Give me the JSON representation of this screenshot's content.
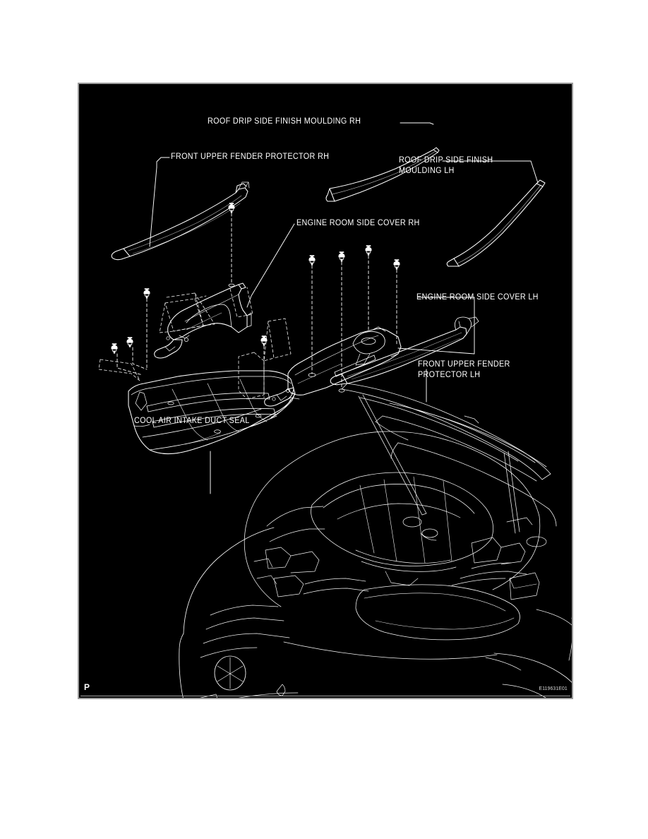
{
  "document": {
    "type": "service-manual-exploded-parts-diagram",
    "page_mark": "P",
    "figure_code": "E119631E01",
    "panel_background": "#000000",
    "line_color": "#ffffff",
    "border_color": "#9a9a9a"
  },
  "figure": {
    "title_visible": false,
    "subject": "Engine compartment cover and moulding components with vehicle front three-quarter view",
    "callouts": [
      {
        "id": "roof-drip-side-finish-moulding-rh",
        "label": "ROOF DRIP SIDE FINISH MOULDING RH",
        "leader": "horizontal-right"
      },
      {
        "id": "front-upper-fender-protector-rh",
        "label": "FRONT UPPER FENDER PROTECTOR RH",
        "leader": "elbow-left-down"
      },
      {
        "id": "roof-drip-side-finish-moulding-lh",
        "label": "ROOF DRIP SIDE FINISH\nMOULDING LH",
        "leader": "horizontal-right"
      },
      {
        "id": "engine-room-side-cover-rh",
        "label": "ENGINE ROOM SIDE COVER RH",
        "leader": "diagonal-down-left"
      },
      {
        "id": "engine-room-side-cover-lh",
        "label": "ENGINE ROOM SIDE COVER LH",
        "leader": "elbow-up-left"
      },
      {
        "id": "front-upper-fender-protector-lh",
        "label": "FRONT UPPER FENDER\nPROTECTOR LH",
        "leader": "vertical-up"
      },
      {
        "id": "cool-air-intake-duct-seal",
        "label": "COOL AIR INTAKE DUCT SEAL",
        "leader": "vertical-up"
      }
    ],
    "parts": [
      {
        "id": "roof-drip-moulding-rh",
        "name": "Roof drip side finish moulding RH"
      },
      {
        "id": "roof-drip-moulding-lh",
        "name": "Roof drip side finish moulding LH"
      },
      {
        "id": "fender-protector-rh",
        "name": "Front upper fender protector RH"
      },
      {
        "id": "fender-protector-lh",
        "name": "Front upper fender protector LH"
      },
      {
        "id": "engine-room-side-cover-rh-part",
        "name": "Engine room side cover RH"
      },
      {
        "id": "engine-room-side-cover-lh-part",
        "name": "Engine room side cover LH"
      },
      {
        "id": "cool-air-intake-duct-seal-part",
        "name": "Cool air intake duct seal"
      },
      {
        "id": "vehicle-front-view",
        "name": "Vehicle front three-quarter view with hood open"
      }
    ],
    "fasteners": {
      "type": "push-pin-clip",
      "count": 9,
      "assembly_line_style": "dashed"
    }
  }
}
